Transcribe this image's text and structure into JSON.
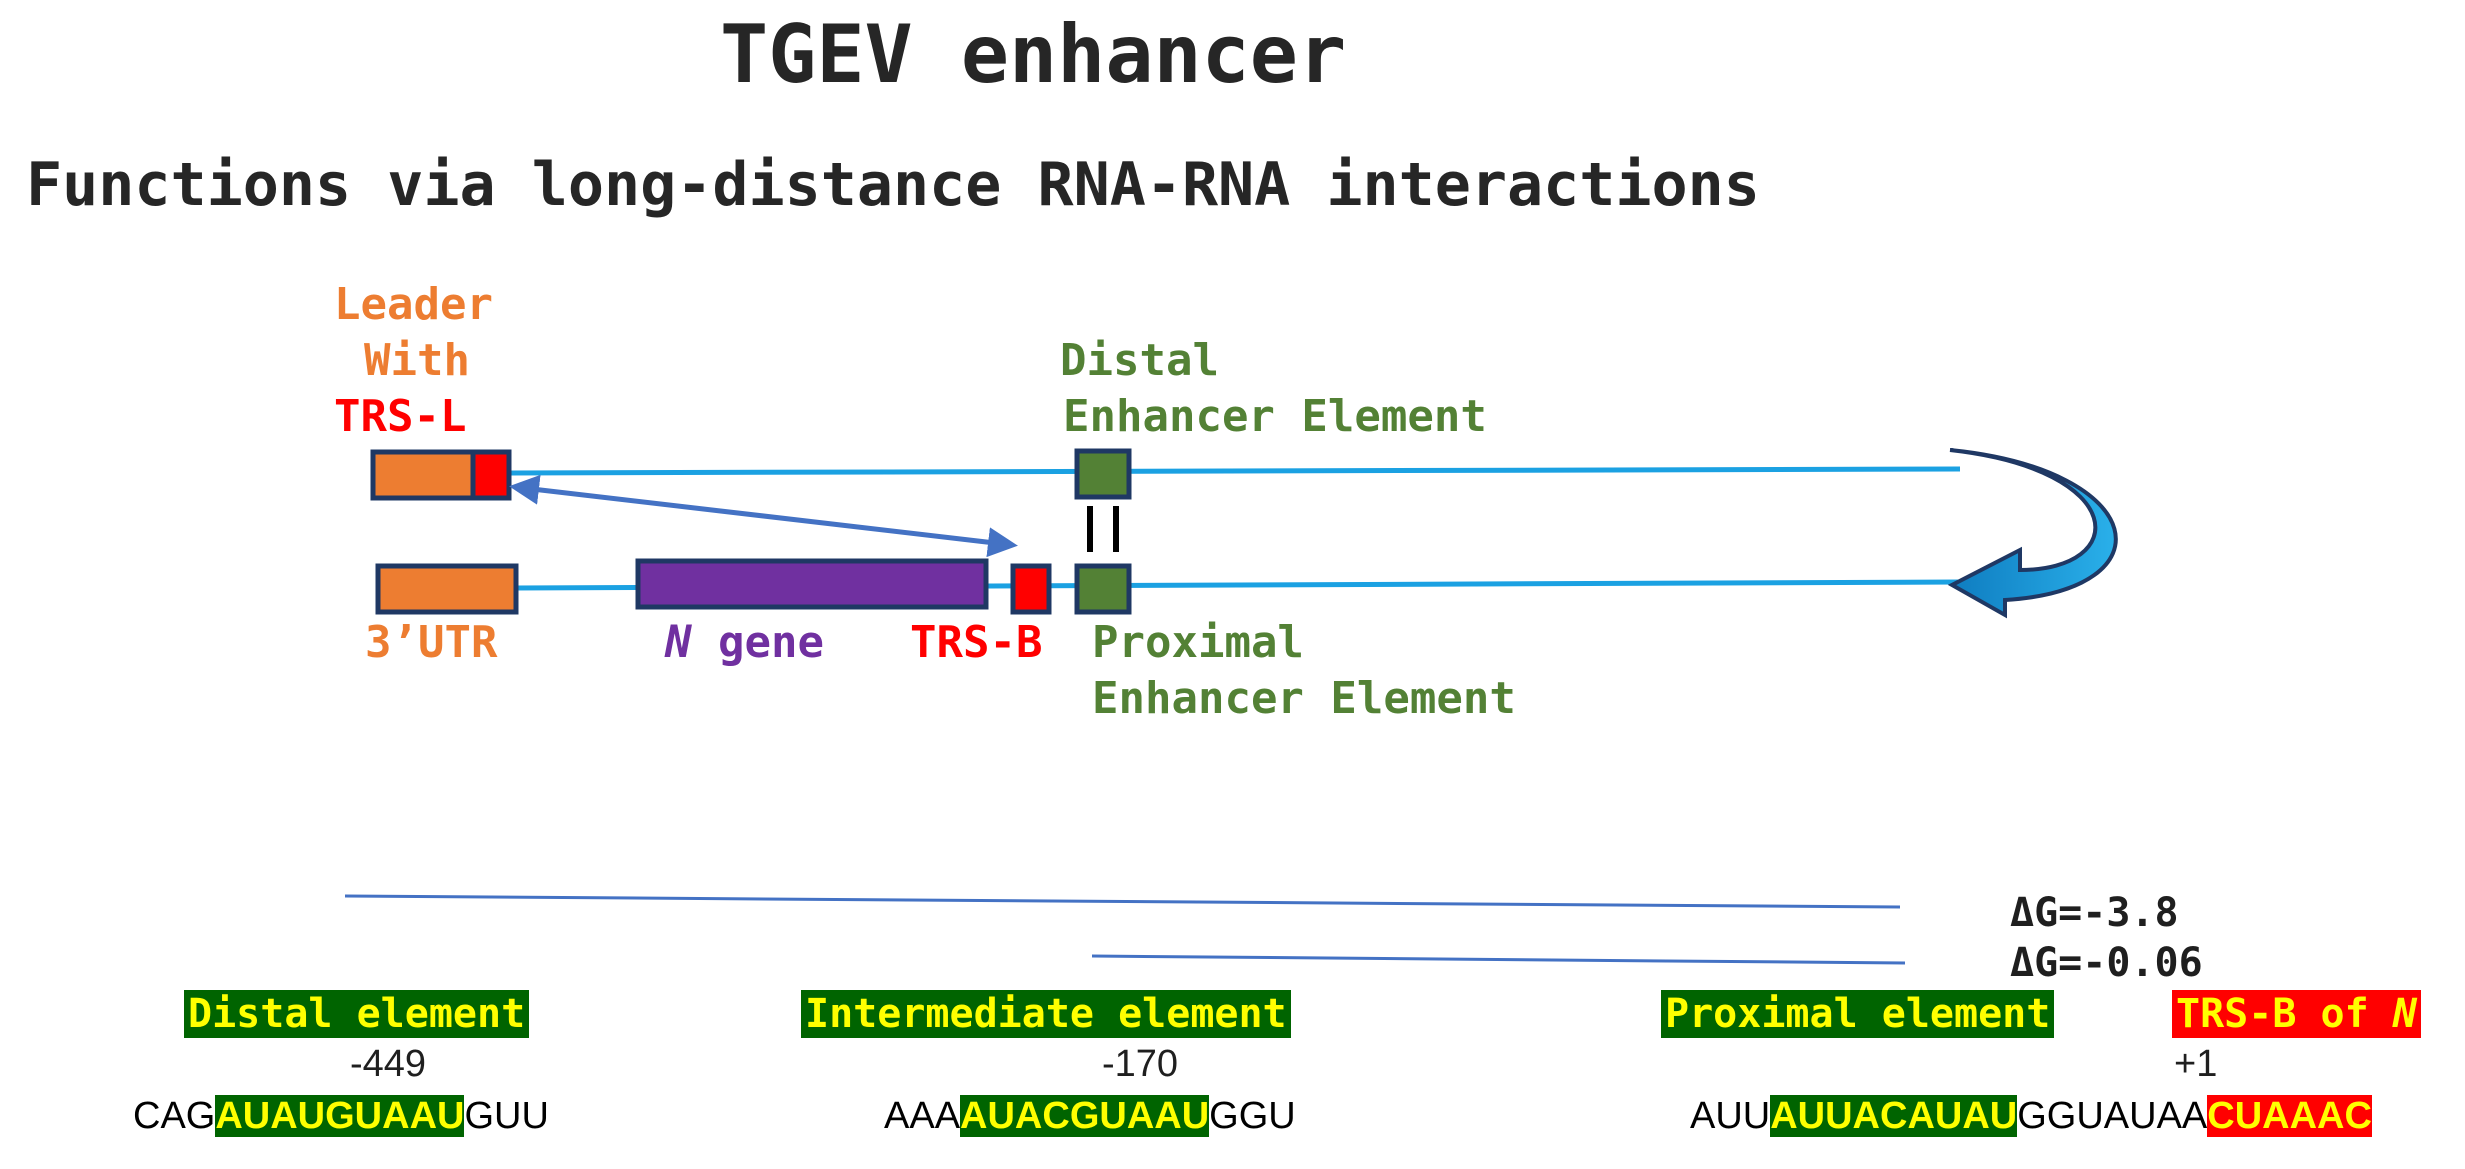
{
  "title": "TGEV enhancer",
  "subtitle": "Functions via long-distance RNA-RNA interactions",
  "labels": {
    "leader_line1": "Leader",
    "leader_line2": "With",
    "trs_l": "TRS-L",
    "distal_line1": "Distal",
    "distal_line2": "Enhancer Element",
    "utr": "3’UTR",
    "n_italic": "N",
    "gene": " gene",
    "trs_b": "TRS-B",
    "proximal_line1": "Proximal",
    "proximal_line2": "Enhancer Element"
  },
  "delta_g": {
    "first": "ΔG=-3.8",
    "second": "ΔG=-0.06"
  },
  "elements": {
    "distal": {
      "tag": "Distal element",
      "position": "-449",
      "seq_prefix": "CAG",
      "seq_core": "AUAUGUAAU",
      "seq_suffix": "GUU"
    },
    "intermediate": {
      "tag": "Intermediate element",
      "position": "-170",
      "seq_prefix": "AAA",
      "seq_core": "AUACGUAAU",
      "seq_suffix": "GGU"
    },
    "proximal": {
      "tag": "Proximal element",
      "seq_prefix": "AUU",
      "seq_core": "AUUACAUAU",
      "seq_suffix": "GGUAUAA"
    },
    "trs_b": {
      "tag_prefix": "TRS-B of ",
      "tag_italic": "N",
      "position": "+1",
      "seq_core": "CUAAAC"
    }
  },
  "colors": {
    "rna_line": "#1BA1E2",
    "leader_box": "#ED7D31",
    "trs_box": "#FF0000",
    "enhancer_box": "#538135",
    "n_gene_box": "#7030A0",
    "box_border": "#1F3864",
    "interaction_arrow": "#4472C4",
    "curved_arrow": "#1FA2DD",
    "highlight_green": "#006400",
    "highlight_yellow": "#FFFF00"
  }
}
